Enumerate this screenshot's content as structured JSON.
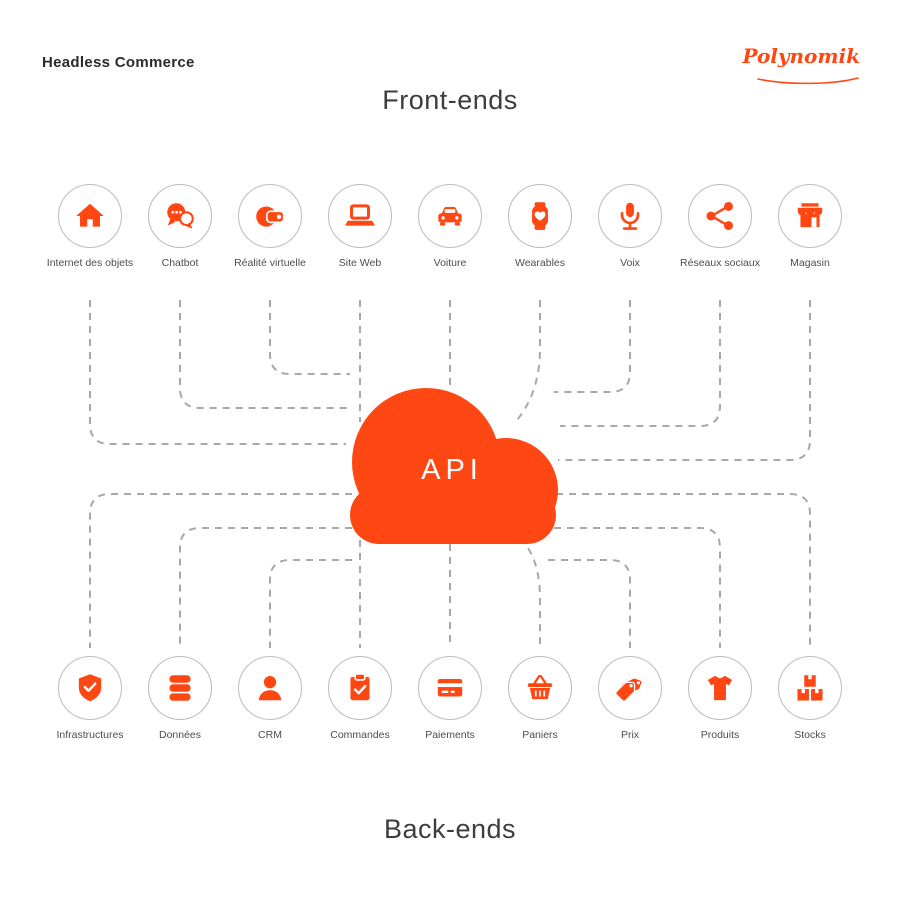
{
  "header": {
    "title": "Headless Commerce",
    "brand": "Polynomik"
  },
  "sections": {
    "front_title": "Front-ends",
    "back_title": "Back-ends"
  },
  "cloud": {
    "label": "API"
  },
  "frontends": [
    {
      "label": "Internet des objets",
      "icon": "home-icon"
    },
    {
      "label": "Chatbot",
      "icon": "chat-bubbles-icon"
    },
    {
      "label": "Réalité virtuelle",
      "icon": "vr-headset-icon"
    },
    {
      "label": "Site Web",
      "icon": "laptop-icon"
    },
    {
      "label": "Voiture",
      "icon": "car-icon"
    },
    {
      "label": "Wearables",
      "icon": "smartwatch-icon"
    },
    {
      "label": "Voix",
      "icon": "microphone-icon"
    },
    {
      "label": "Réseaux sociaux",
      "icon": "share-icon"
    },
    {
      "label": "Magasin",
      "icon": "store-icon"
    }
  ],
  "backends": [
    {
      "label": "Infrastructures",
      "icon": "shield-icon"
    },
    {
      "label": "Données",
      "icon": "database-icon"
    },
    {
      "label": "CRM",
      "icon": "user-icon"
    },
    {
      "label": "Commandes",
      "icon": "clipboard-check-icon"
    },
    {
      "label": "Paiements",
      "icon": "credit-card-icon"
    },
    {
      "label": "Paniers",
      "icon": "basket-icon"
    },
    {
      "label": "Prix",
      "icon": "price-tags-icon"
    },
    {
      "label": "Produits",
      "icon": "tshirt-icon"
    },
    {
      "label": "Stocks",
      "icon": "boxes-icon"
    }
  ],
  "colors": {
    "accent": "#FF4713",
    "wire": "#a8a8a8",
    "circle_border": "#bcbcbc",
    "title_text": "#3d3d3d",
    "label_text": "#4d4d4d"
  }
}
